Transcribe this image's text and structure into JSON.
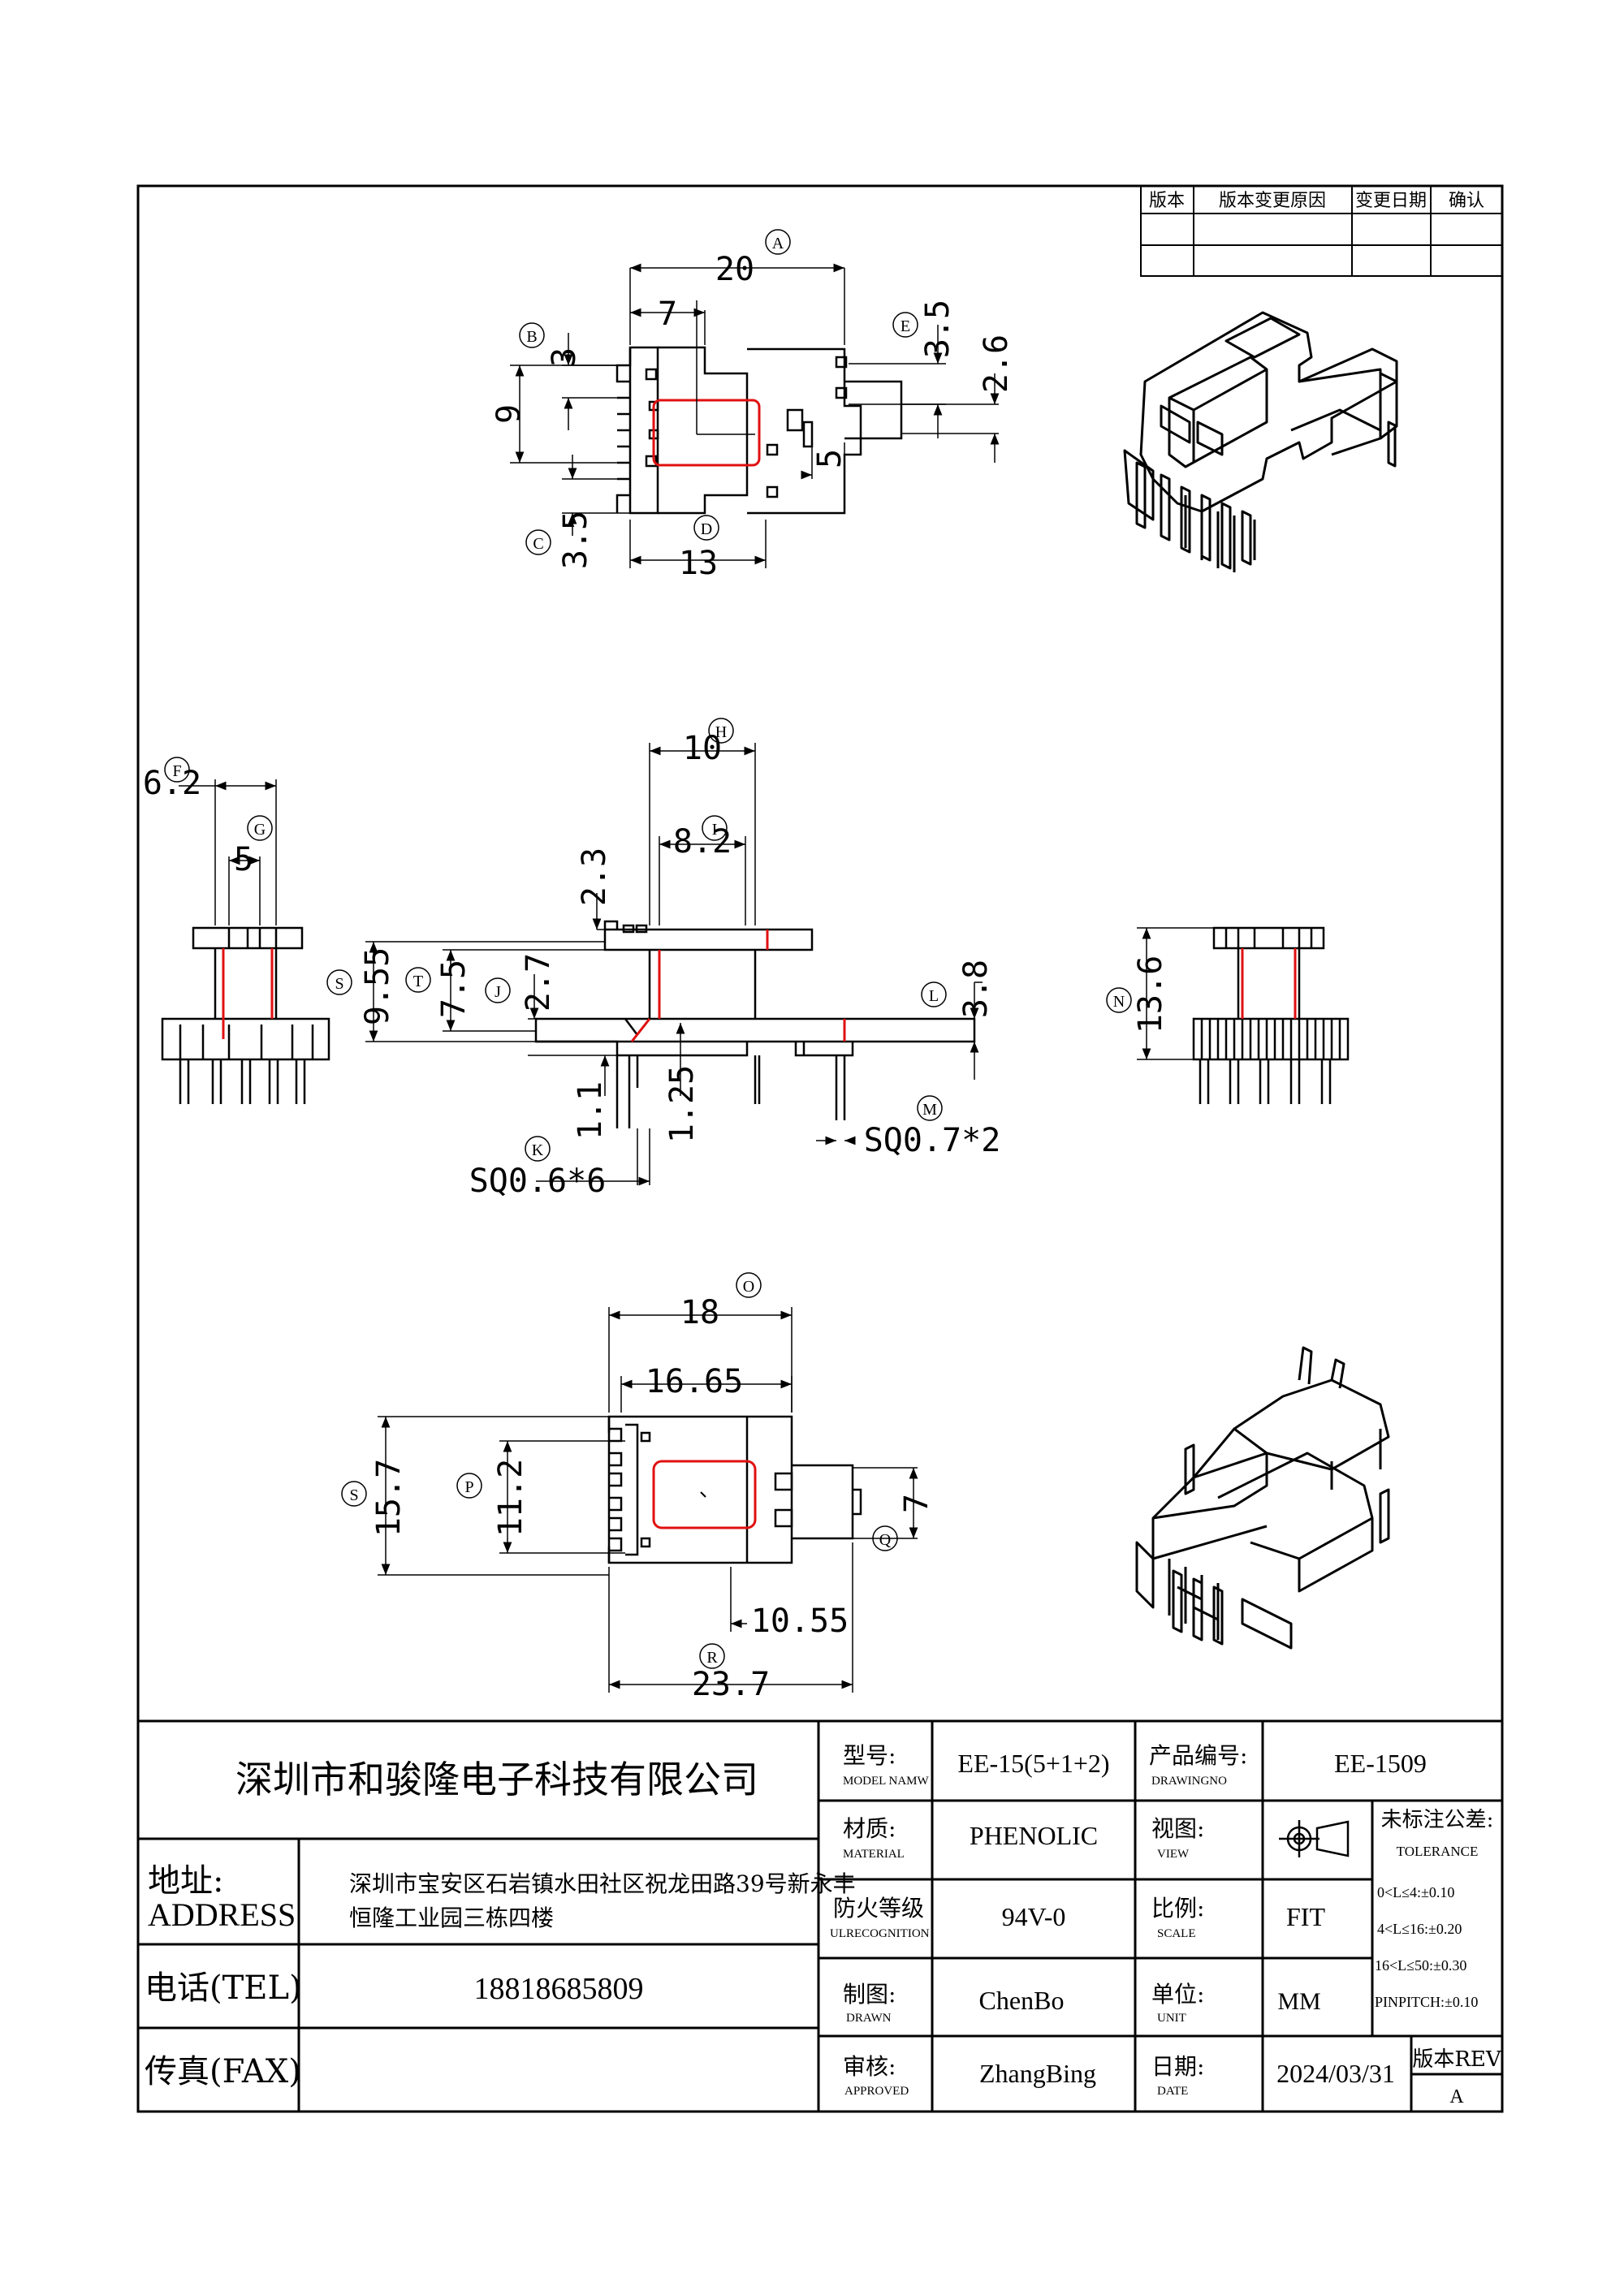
{
  "revision_table": {
    "headers": [
      "版本",
      "版本变更原因",
      "变更日期",
      "确认"
    ]
  },
  "dimensions": {
    "top_view": {
      "d20": "20",
      "d7": "7",
      "d3": "3",
      "d9": "9",
      "d35_left": "3.5",
      "d13": "13",
      "d35_right": "3.5",
      "d26": "2.6",
      "d5": "5",
      "tags": [
        "A",
        "B",
        "C",
        "D",
        "E"
      ]
    },
    "side_view": {
      "d62": "6.2",
      "d5": "5",
      "d10": "10",
      "d82": "8.2",
      "d23": "2.3",
      "d955": "9.55",
      "d75": "7.5",
      "d27": "2.7",
      "d38": "3.8",
      "d11": "1.1",
      "d125": "1.25",
      "sq06": "SQ0.6*6",
      "sq07": "SQ0.7*2",
      "d136": "13.6",
      "tags": [
        "F",
        "G",
        "H",
        "I",
        "S",
        "T",
        "J",
        "L",
        "K",
        "M",
        "N"
      ]
    },
    "bottom_view": {
      "d18": "18",
      "d1665": "16.65",
      "d157": "15.7",
      "d112": "11.2",
      "d7": "7",
      "d1055": "10.55",
      "d237": "23.7",
      "tags": [
        "O",
        "S",
        "P",
        "Q",
        "R"
      ]
    }
  },
  "title_block": {
    "company": "深圳市和骏隆电子科技有限公司",
    "address_label_cn": "地址:",
    "address_label_en": "ADDRESS",
    "address_line1": "深圳市宝安区石岩镇水田社区祝龙田路39号新永丰",
    "address_line2": "恒隆工业园三栋四楼",
    "tel_label": "电话(TEL)",
    "tel_value": "18818685809",
    "fax_label": "传真(FAX)",
    "fax_value": "",
    "model_label_cn": "型号:",
    "model_label_en": "MODEL NAMW",
    "model_value": "EE-15(5+1+2)",
    "drawing_no_label_cn": "产品编号:",
    "drawing_no_label_en": "DRAWINGNO",
    "drawing_no_value": "EE-1509",
    "material_label_cn": "材质:",
    "material_label_en": "MATERIAL",
    "material_value": "PHENOLIC",
    "view_label_cn": "视图:",
    "view_label_en": "VIEW",
    "tolerance_label_cn": "未标注公差:",
    "tolerance_label_en": "TOLERANCE",
    "tolerance_lines": [
      "0<L≤4:±0.10",
      "4<L≤16:±0.20",
      "16<L≤50:±0.30",
      "PINPITCH:±0.10"
    ],
    "fire_label_cn": "防火等级",
    "fire_label_en": "ULRECOGNITION",
    "fire_value": "94V-0",
    "scale_label_cn": "比例:",
    "scale_label_en": "SCALE",
    "scale_value": "FIT",
    "drawn_label_cn": "制图:",
    "drawn_label_en": "DRAWN",
    "drawn_value": "ChenBo",
    "unit_label_cn": "单位:",
    "unit_label_en": "UNIT",
    "unit_value": "MM",
    "approved_label_cn": "审核:",
    "approved_label_en": "APPROVED",
    "approved_value": "ZhangBing",
    "date_label_cn": "日期:",
    "date_label_en": "DATE",
    "date_value": "2024/03/31",
    "rev_label": "版本REV",
    "rev_value": "A"
  },
  "colors": {
    "line": "#000000",
    "highlight": "#e01010"
  }
}
